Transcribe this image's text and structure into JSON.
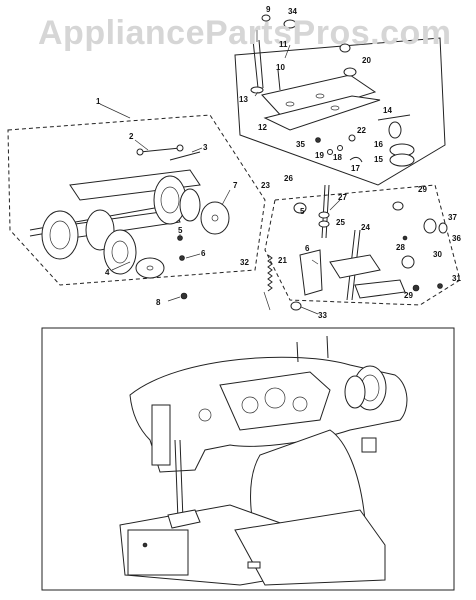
{
  "watermark": "AppliancePartsPros.com",
  "callouts": [
    "1",
    "2",
    "3",
    "4",
    "5",
    "6",
    "7",
    "8",
    "9",
    "34",
    "11",
    "10",
    "20",
    "13",
    "12",
    "14",
    "16",
    "15",
    "35",
    "19",
    "18",
    "17",
    "22",
    "23",
    "26",
    "29",
    "28",
    "27",
    "25",
    "24",
    "5",
    "6",
    "37",
    "36",
    "30",
    "32",
    "31",
    "33",
    "21",
    "29"
  ]
}
